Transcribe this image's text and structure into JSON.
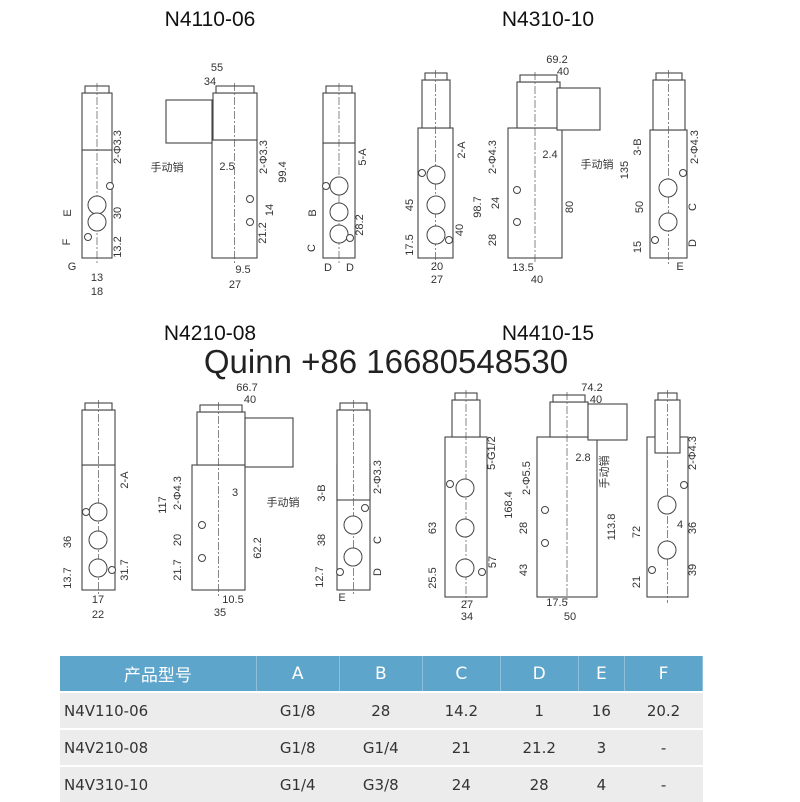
{
  "watermark": "Quinn  +86 16680548530",
  "drawings": [
    {
      "title": "N4110-06",
      "dims": [
        "55",
        "34",
        "2-Φ3.3",
        "手动销",
        "2.5",
        "2-Φ3.3",
        "99.4",
        "14",
        "21.2",
        "9.5",
        "27",
        "E",
        "F",
        "G",
        "30",
        "13.2",
        "13",
        "18",
        "5-A",
        "B",
        "C",
        "28.2",
        "D",
        "D"
      ]
    },
    {
      "title": "N4310-10",
      "dims": [
        "69.2",
        "40",
        "2-A",
        "45",
        "17.5",
        "40",
        "20",
        "27",
        "2-Φ4.3",
        "98.7",
        "24",
        "28",
        "2.4",
        "手动销",
        "80",
        "13.5",
        "40",
        "135",
        "3-B",
        "2-Φ4.3",
        "50",
        "C",
        "15",
        "D",
        "E"
      ]
    },
    {
      "title": "N4210-08",
      "dims": [
        "66.7",
        "40",
        "2-A",
        "36",
        "13.7",
        "31.7",
        "17",
        "22",
        "117",
        "2-Φ4.3",
        "20",
        "21.7",
        "3",
        "手动销",
        "62.2",
        "10.5",
        "35",
        "3-B",
        "2-Φ3.3",
        "38",
        "C",
        "12.7",
        "D",
        "E"
      ]
    },
    {
      "title": "N4410-15",
      "dims": [
        "74.2",
        "40",
        "5-G1/2",
        "63",
        "25.5",
        "57",
        "27",
        "34",
        "168.4",
        "2-Φ5.5",
        "28",
        "43",
        "2.8",
        "手动销",
        "113.8",
        "17.5",
        "50",
        "2-Φ4.3",
        "4",
        "36",
        "72",
        "39",
        "21"
      ]
    }
  ],
  "table": {
    "header_color": "#5ea5cb",
    "headers": [
      "产品型号",
      "A",
      "B",
      "C",
      "D",
      "E",
      "F"
    ],
    "rows": [
      [
        "N4V110-06",
        "G1/8",
        "28",
        "14.2",
        "1",
        "16",
        "20.2"
      ],
      [
        "N4V210-08",
        "G1/8",
        "G1/4",
        "21",
        "21.2",
        "3",
        "-"
      ],
      [
        "N4V310-10",
        "G1/4",
        "G3/8",
        "24",
        "28",
        "4",
        "-"
      ]
    ]
  }
}
